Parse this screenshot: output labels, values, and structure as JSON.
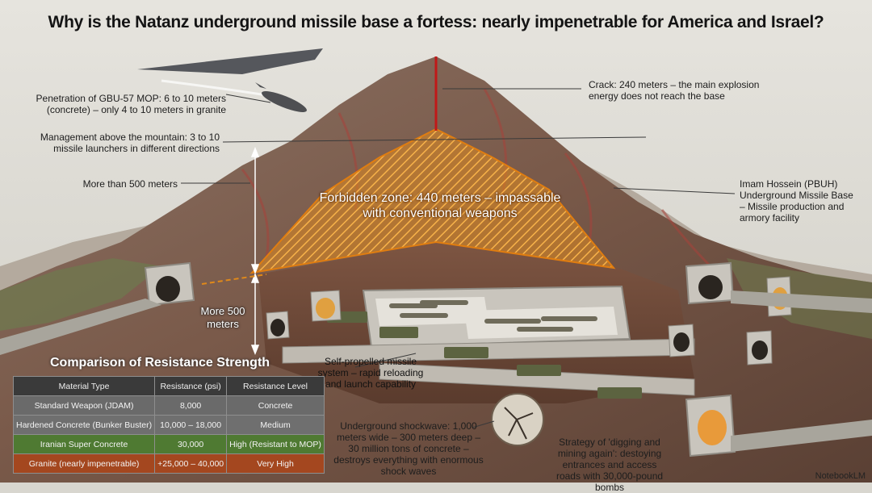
{
  "title": "Why is the Natanz underground missile base a fortess: nearly impenetrable for America and Israel?",
  "callouts": {
    "penetration": "Penetration of GBU-57 MOP: 6 to 10 meters (concrete) – only 4 to 10 meters in granite",
    "management": "Management above the mountain: 3 to 10 missile launchers in different directions",
    "more_than_500": "More than 500 meters",
    "crack": "Crack: 240 meters – the main explosion energy does not reach the base",
    "base": "Imam Hossein (PBUH) Underground Missile Base – Missile production and armory facility",
    "forbidden_zone": "Forbidden zone: 440 meters – impassable with conventional weapons",
    "depth": "More 500 meters",
    "self_propelled": "Self-propelled missile system – rapid reloading and launch capability",
    "shockwave": "Underground shockwave: 1,000 meters wide – 300 meters deep – 30 million tons of concrete – destroys everything with enormous shock waves",
    "strategy": "Strategy of 'digging and mining again': destoying entrances and access roads with 30,000-pound bombs"
  },
  "comparison": {
    "title": "Comparison of Resistance Strength",
    "headers": [
      "Material Type",
      "Resistance (psi)",
      "Resistance Level"
    ],
    "rows": [
      {
        "material": "Standard Weapon (JDAM)",
        "psi": "8,000",
        "level": "Concrete",
        "color": "#6a6a6a"
      },
      {
        "material": "Hardened Concrete (Bunker Buster)",
        "psi": "10,000 – 18,000",
        "level": "Medium",
        "color": "#6f6f6f"
      },
      {
        "material": "Iranian Super Concrete",
        "psi": "30,000",
        "level": "High (Resistant to MOP)",
        "color": "#4f7a32"
      },
      {
        "material": "Granite (nearly impenetrable)",
        "psi": "+25,000 – 40,000",
        "level": "Very High",
        "color": "#a4471f"
      }
    ]
  },
  "brand": "NotebookLM",
  "colors": {
    "crack_line": "#c01818",
    "forbidden_zone": "#e0891a",
    "rock_dark": "#6b4b3b",
    "rock_light": "#9a8072",
    "concrete": "#c9c5bd"
  }
}
